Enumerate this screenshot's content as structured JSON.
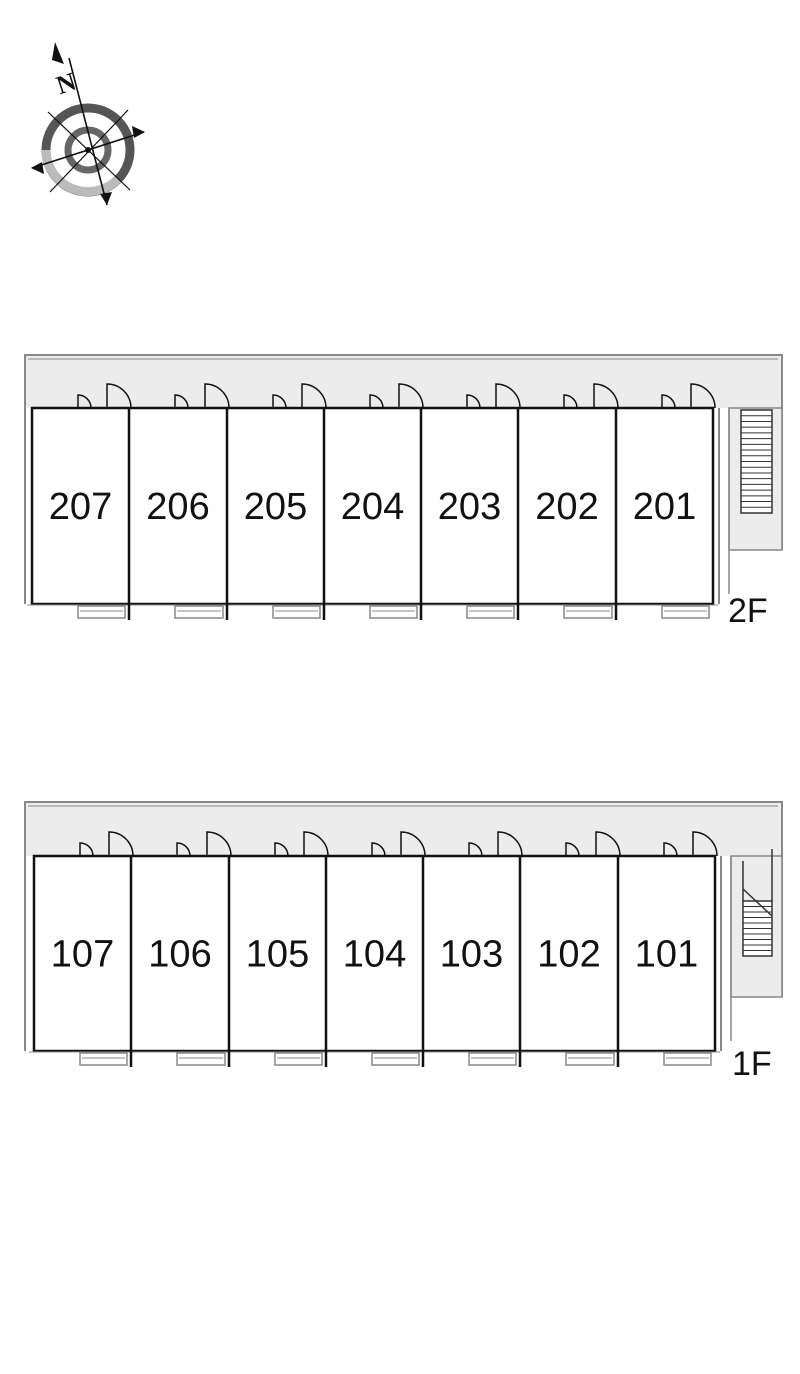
{
  "compass": {
    "north_label": "N",
    "icon": "compass-rose-icon"
  },
  "floors": [
    {
      "label": "2F",
      "units": [
        "207",
        "206",
        "205",
        "204",
        "203",
        "202",
        "201"
      ],
      "stair": "stair-landing"
    },
    {
      "label": "1F",
      "units": [
        "107",
        "106",
        "105",
        "104",
        "103",
        "102",
        "101"
      ],
      "stair": "stair-lower"
    }
  ],
  "colors": {
    "corridor": "#ececec",
    "wall": "#111111",
    "grey_line": "#888888"
  }
}
